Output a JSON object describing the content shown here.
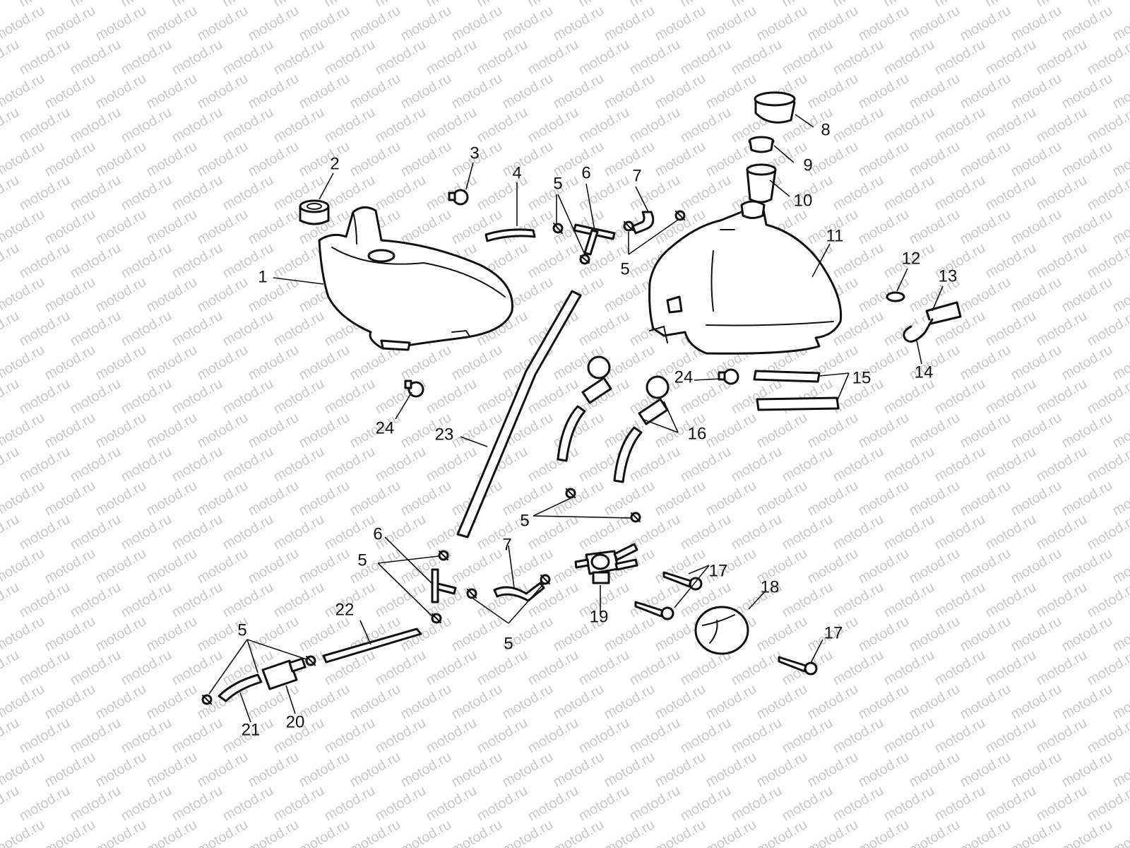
{
  "watermark": {
    "text": "motod.ru"
  },
  "callouts": {
    "n1": "1",
    "n2": "2",
    "n3": "3",
    "n4": "4",
    "n5a": "5",
    "n5b": "5",
    "n5c": "5",
    "n5d": "5",
    "n5e": "5",
    "n5f": "5",
    "n6a": "6",
    "n6b": "6",
    "n7a": "7",
    "n7b": "7",
    "n8": "8",
    "n9": "9",
    "n10": "10",
    "n11": "11",
    "n12": "12",
    "n13": "13",
    "n14": "14",
    "n15": "15",
    "n16": "16",
    "n17a": "17",
    "n17b": "17",
    "n18": "18",
    "n19": "19",
    "n20": "20",
    "n21": "21",
    "n22": "22",
    "n23": "23",
    "n24a": "24",
    "n24b": "24"
  }
}
